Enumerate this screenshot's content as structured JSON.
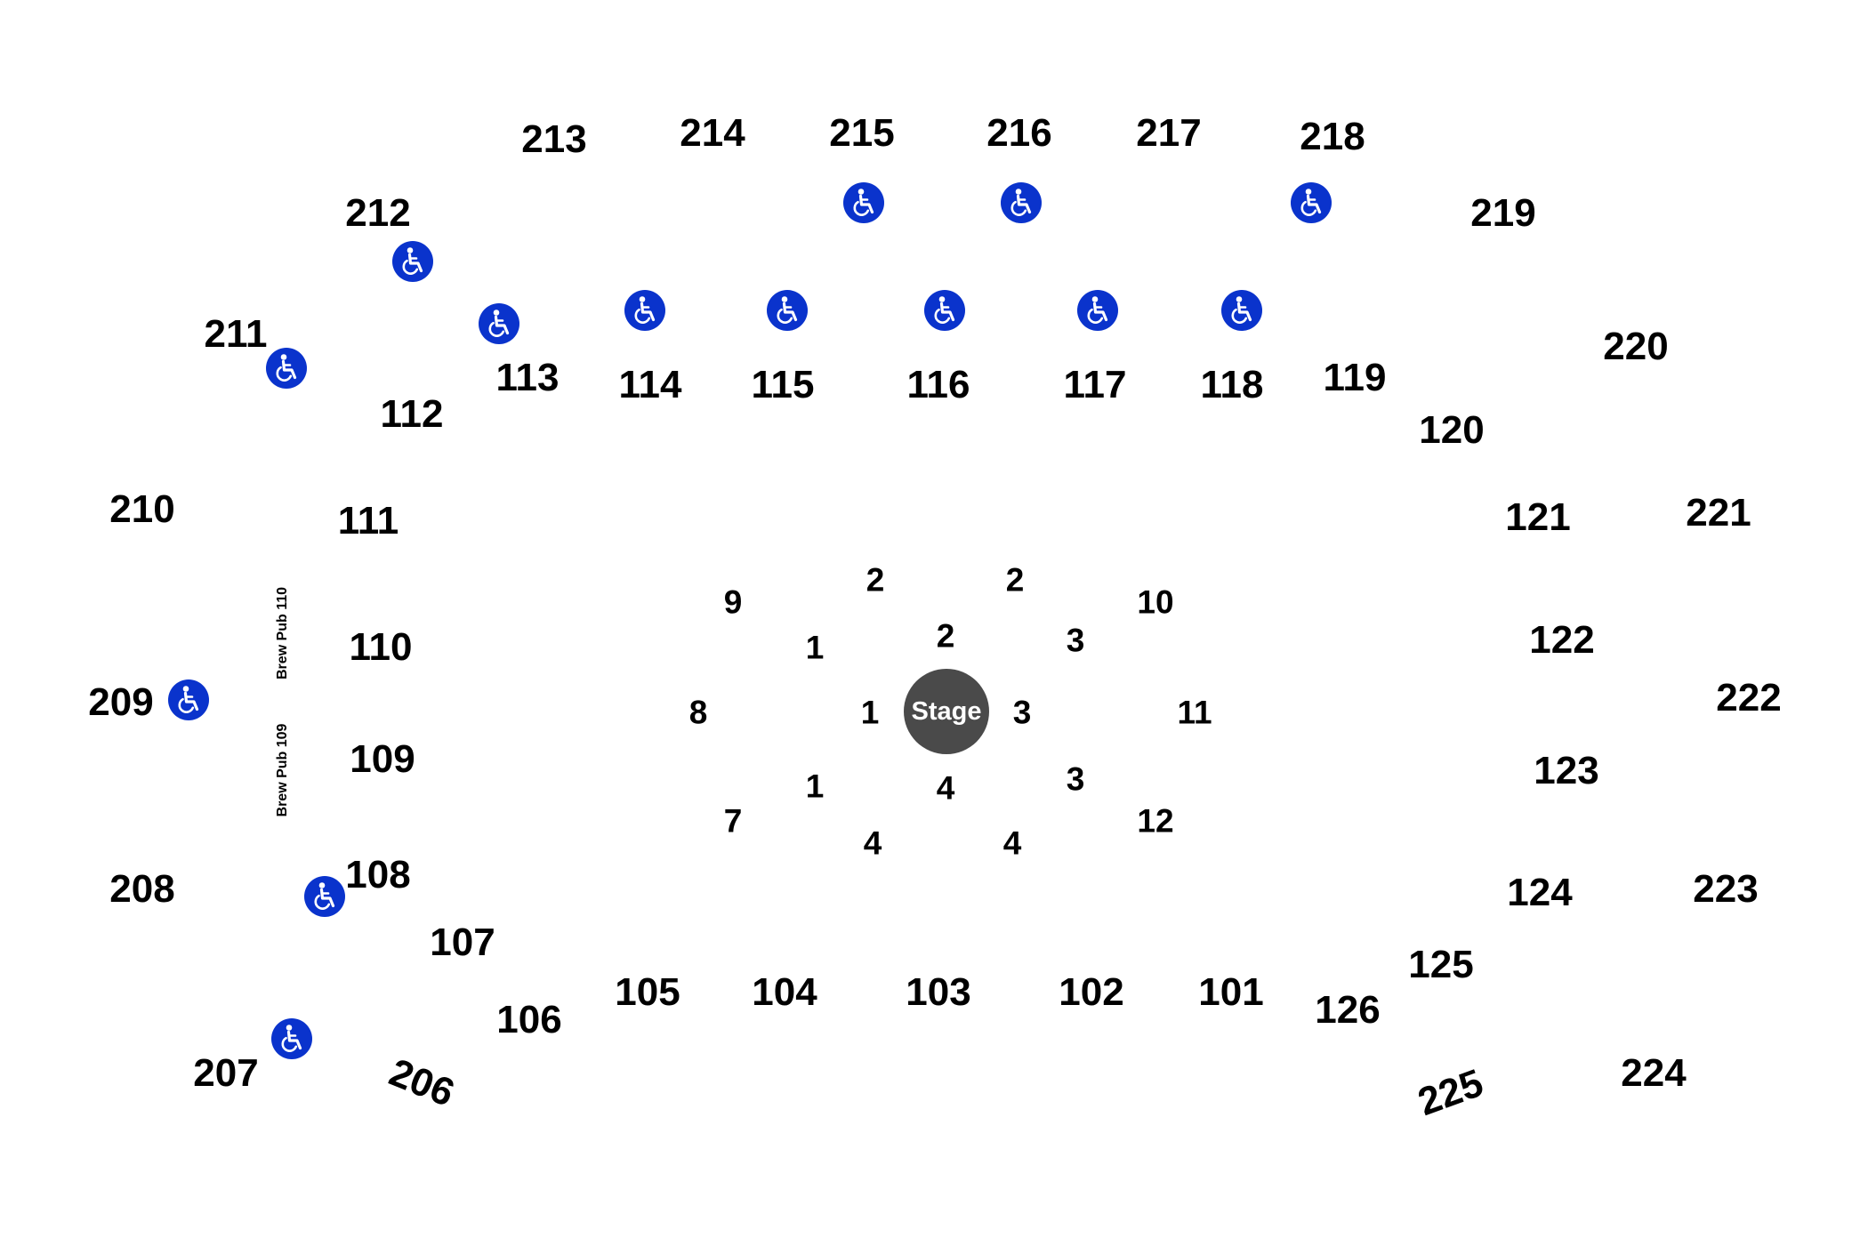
{
  "stage": {
    "label": "Stage",
    "color": "#4a4a4a"
  },
  "accessibility_color": "#0a33cc",
  "accessibility_icon": "wheelchair-icon",
  "upper_sections": [
    "213",
    "214",
    "215",
    "216",
    "217",
    "218",
    "212",
    "219",
    "211",
    "220",
    "210",
    "221",
    "209",
    "222",
    "208",
    "223",
    "207",
    "206",
    "225",
    "224"
  ],
  "lower_sections": [
    "113",
    "114",
    "115",
    "116",
    "117",
    "118",
    "119",
    "112",
    "120",
    "111",
    "121",
    "110",
    "122",
    "109",
    "123",
    "108",
    "124",
    "107",
    "125",
    "106",
    "105",
    "104",
    "103",
    "102",
    "101",
    "126"
  ],
  "floor_sections": [
    "9",
    "2",
    "2",
    "10",
    "1",
    "2",
    "3",
    "8",
    "1",
    "3",
    "11",
    "1",
    "4",
    "3",
    "7",
    "12",
    "4",
    "4"
  ],
  "brew_pubs": [
    "Brew Pub 110",
    "Brew Pub 109"
  ]
}
